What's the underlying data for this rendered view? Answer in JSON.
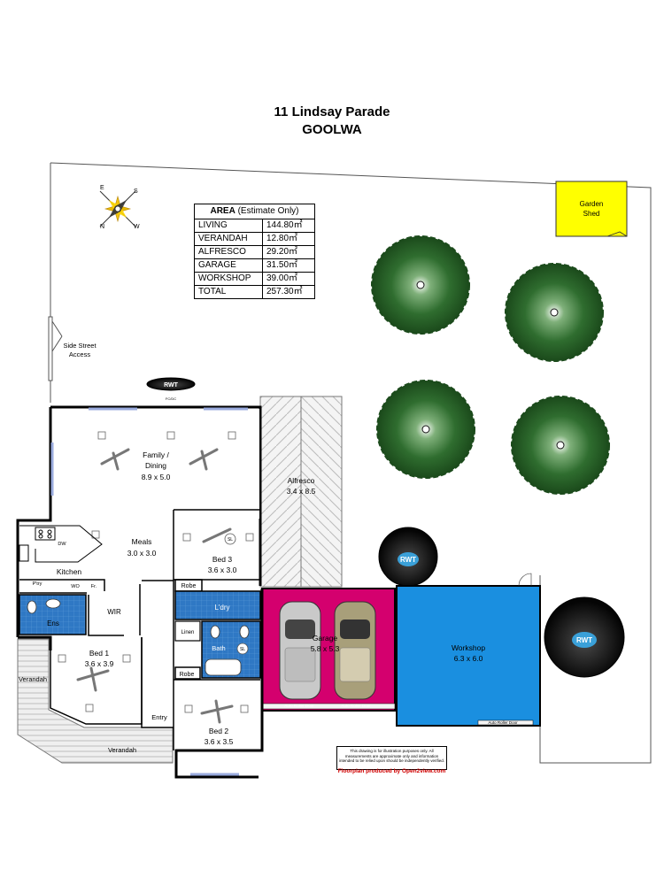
{
  "header": {
    "address": "11 Lindsay Parade",
    "suburb": "GOOLWA"
  },
  "area_table": {
    "heading_bold": "AREA",
    "heading_rest": " (Estimate Only)",
    "rows": [
      {
        "label": "LIVING",
        "value": "144.80㎡"
      },
      {
        "label": "VERANDAH",
        "value": "12.80㎡"
      },
      {
        "label": "ALFRESCO",
        "value": "29.20㎡"
      },
      {
        "label": "GARAGE",
        "value": "31.50㎡"
      },
      {
        "label": "WORKSHOP",
        "value": "39.00㎡"
      },
      {
        "label": "TOTAL",
        "value": "257.30㎡"
      }
    ]
  },
  "compass": {
    "n": "N",
    "s": "S",
    "e": "E",
    "w": "W"
  },
  "site": {
    "garden_shed_line1": "Garden",
    "garden_shed_line2": "Shed",
    "side_access_line1": "Side Street",
    "side_access_line2": "Access",
    "rwt": "RWT",
    "fc_dc": "FC/DC"
  },
  "rooms": {
    "family_name": "Family /",
    "family_name2": "Dining",
    "family_size": "8.9 x 5.0",
    "meals_name": "Meals",
    "meals_size": "3.0 x 3.0",
    "kitchen": "Kitchen",
    "dw": "DW",
    "pantry": "P'try",
    "wo": "WO",
    "fr": "Fr.",
    "wir": "WIR",
    "ens": "Ens",
    "bed1_name": "Bed 1",
    "bed1_size": "3.6 x 3.9",
    "bed2_name": "Bed 2",
    "bed2_size": "3.6 x 3.5",
    "bed3_name": "Bed 3",
    "bed3_size": "3.6 x 3.0",
    "robe": "Robe",
    "laundry": "L'dry",
    "linen": "Linen",
    "bath": "Bath",
    "sl": "SL",
    "entry": "Entry",
    "verandah": "Verandah",
    "alfresco_name": "Alfresco",
    "alfresco_size": "3.4 x 8.5",
    "garage_name": "Garage",
    "garage_size": "5.8 x 5.3",
    "workshop_name": "Workshop",
    "workshop_size": "6.3 x 6.0",
    "auto_roller_door": "Auto Roller Door"
  },
  "colors": {
    "garage": "#d4006e",
    "workshop": "#1a8fe0",
    "wet_area": "#2f78c4",
    "garden_shed": "#ffff00",
    "tree": "#2e7d32",
    "rwt_tank": "#111111"
  },
  "footer": {
    "disclaimer": "This drawing is for illustration purposes only. All measurements are approximate only and information intended to be relied upon should be independently verified.",
    "credit": "Floorplan produced by Open2view.com"
  }
}
